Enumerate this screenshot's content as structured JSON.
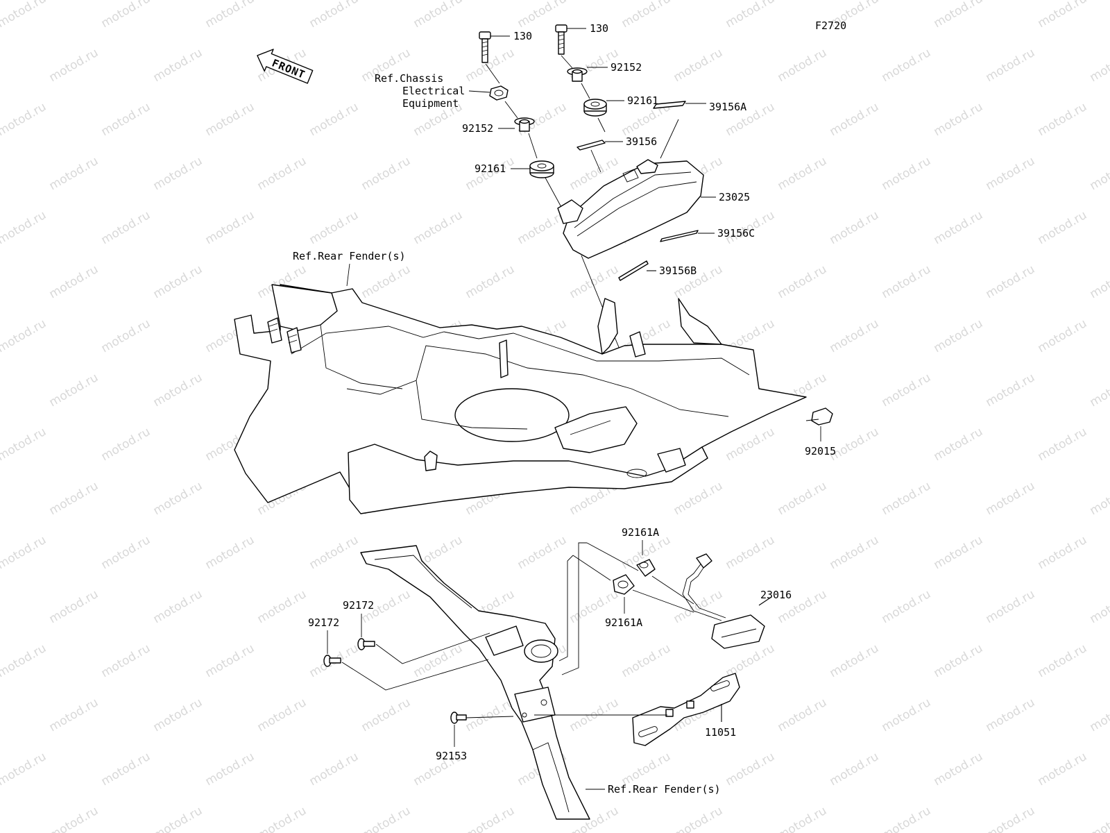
{
  "diagram": {
    "code": "F2720",
    "watermark": "motod.ru",
    "direction_label": "FRONT",
    "callouts": {
      "bolt_left": "130",
      "bolt_right": "130",
      "collar_right": "92152",
      "grommet_right": "92161",
      "pad_a": "39156A",
      "pad": "39156",
      "tail_lamp": "23025",
      "pad_c": "39156C",
      "pad_b": "39156B",
      "collar_left": "92152",
      "grommet_left": "92161",
      "clip": "92015",
      "grommet_a_top": "92161A",
      "grommet_a_bottom": "92161A",
      "license_lamp": "23016",
      "bracket": "11051",
      "screw_top": "92172",
      "screw_bottom": "92172",
      "screw_bracket": "92153"
    },
    "references": {
      "chassis_line1": "Ref.Chassis",
      "chassis_line2": "Electrical",
      "chassis_line3": "Equipment",
      "rear_fender_top": "Ref.Rear Fender(s)",
      "rear_fender_bottom": "Ref.Rear Fender(s)"
    }
  }
}
